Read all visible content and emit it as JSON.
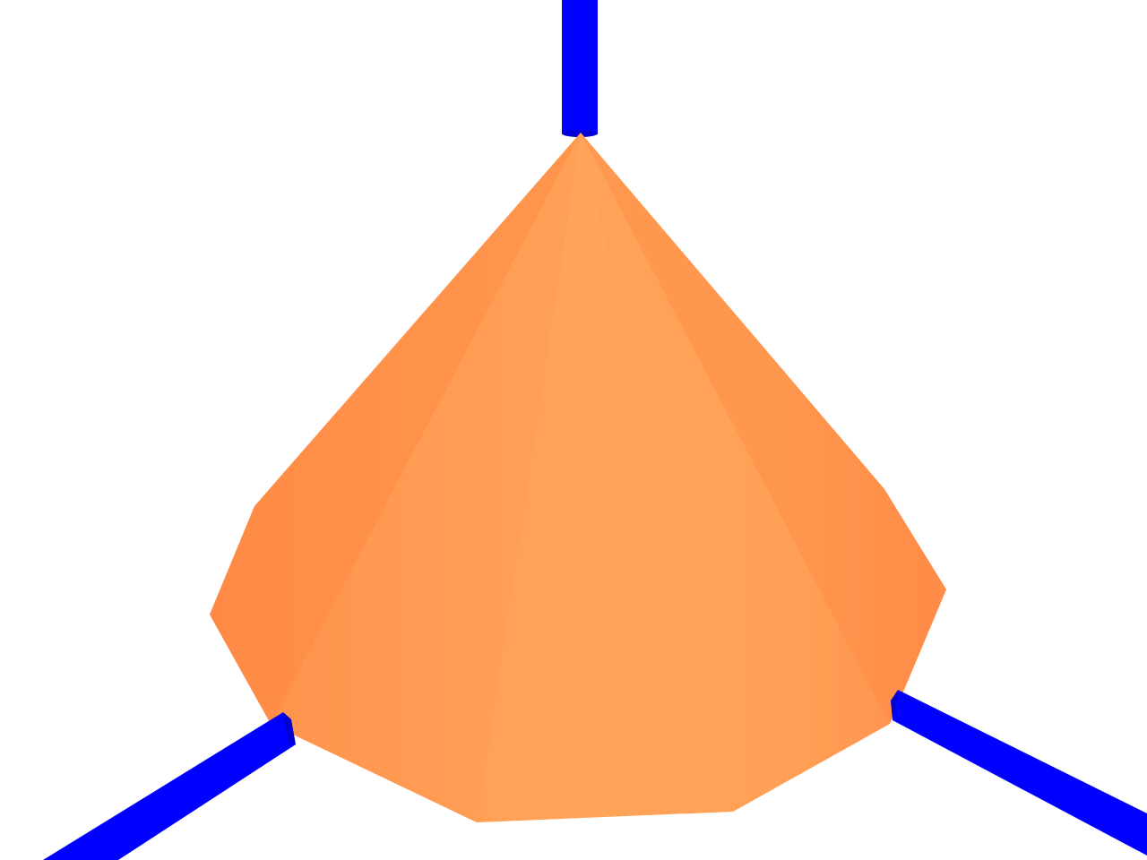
{
  "scene": {
    "background_color": "#ffffff",
    "cone_color": "#ffa055",
    "cone_shade_color": "#ff8a45",
    "rod_color": "#0000ff",
    "rod_shade_color": "#0000cc",
    "objects": [
      "cone",
      "rod",
      "rod",
      "rod"
    ]
  }
}
